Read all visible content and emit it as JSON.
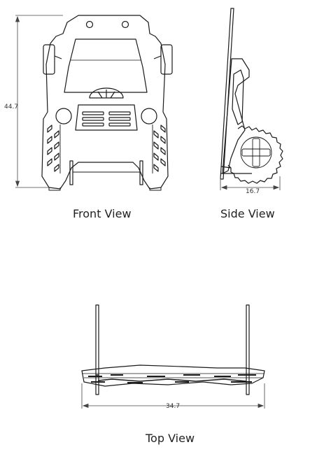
{
  "views": {
    "front": {
      "label": "Front View",
      "height_dimension": "44.7"
    },
    "side": {
      "label": "Side View",
      "depth_dimension": "16.7"
    },
    "top": {
      "label": "Top View",
      "width_dimension": "34.7"
    }
  },
  "colors": {
    "line": "#1a1a1a",
    "dimension": "#444444",
    "text": "#222222"
  }
}
